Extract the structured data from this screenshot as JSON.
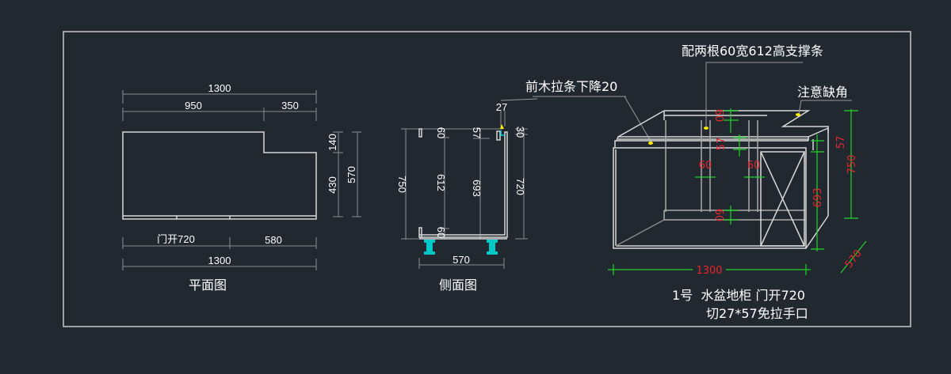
{
  "colors": {
    "background": "#212830",
    "line": "#d8d8d8",
    "dim_line": "#8a8e93",
    "green_dim": "#22d32a",
    "red_text": "#e8262b",
    "cyan": "#00d8d8",
    "yellow": "#ffee00"
  },
  "plan_view": {
    "title": "平面图",
    "top_total": "1300",
    "top_left": "950",
    "top_right": "350",
    "right_notch": "140",
    "right_lower": "430",
    "right_total": "570",
    "bottom_door": "门开720",
    "bottom_right": "580",
    "bottom_total": "1300"
  },
  "side_view": {
    "title": "侧面图",
    "front_rail_note": "前木拉条下降20",
    "dim_27": "27",
    "dim_60_top": "60",
    "dim_57": "57",
    "dim_30": "30",
    "dim_750": "750",
    "dim_612": "612",
    "dim_693": "693",
    "dim_720": "720",
    "dim_60_bottom": "60",
    "dim_570": "570"
  },
  "iso_view": {
    "support_note": "配两根60宽612高支撑条",
    "corner_note": "注意缺角",
    "dim_60_top": "60",
    "dim_57_top": "57",
    "dim_60_left": "60",
    "dim_60_right": "60",
    "dim_60_bottom": "60",
    "dim_57_right": "57",
    "dim_750": "750",
    "dim_693": "693",
    "dim_1300": "1300",
    "dim_570": "570",
    "caption_line1": "1号  水盆地柜 门开720",
    "caption_line2": "切27*57免拉手口"
  }
}
